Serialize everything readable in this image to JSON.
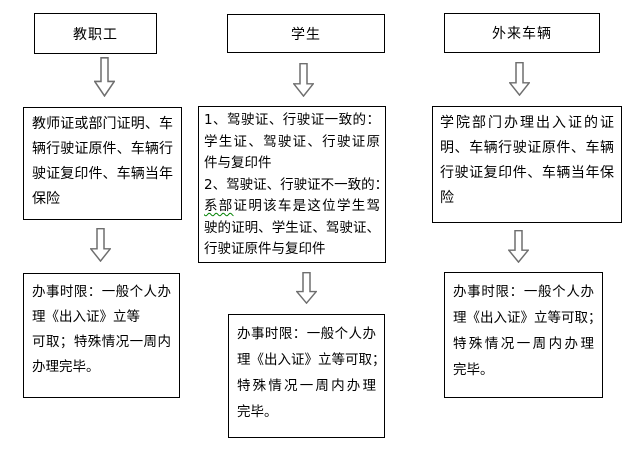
{
  "flowchart": {
    "columns": [
      {
        "id": "staff",
        "header": "教职工",
        "requirements": {
          "lines": [
            "教师证或部门证明、车",
            "辆行驶证原件、车辆行",
            "驶证复印件、车辆当年",
            "保险"
          ]
        },
        "processing_time": {
          "lines": [
            "办事时限：一般个人办",
            "理《出入证》立等",
            "可取；特殊情况一周内",
            "办理完毕。"
          ]
        }
      },
      {
        "id": "student",
        "header": "学生",
        "requirements": {
          "lines": [
            "1、驾驶证、行驶证一致的：",
            "学生证、驾驶证、行驶证原",
            "件与复印件",
            "2、驾驶证、行驶证不一致的：",
            "系部证明该车是这位学生驾",
            "驶的证明、学生证、驾驶证、",
            "行驶证原件与复印件"
          ],
          "spellcheck": {
            "flagged": "系部",
            "rest": "证明该车是这位学生驾",
            "underline_color": "#008000"
          }
        },
        "processing_time": {
          "lines": [
            "办事时限：一般个人办",
            "理《出入证》立等可取；",
            "特殊情况一周内办理",
            "完毕。"
          ]
        }
      },
      {
        "id": "external-vehicle",
        "header": "外来车辆",
        "requirements": {
          "lines": [
            "学院部门办理出入证的证",
            "明、车辆行驶证原件、车辆",
            "行驶证复印件、车辆当年保",
            "险"
          ]
        },
        "processing_time": {
          "lines": [
            "办事时限：一般个人办",
            "理《出入证》立等可取；",
            "特殊情况一周内办理",
            "完毕。"
          ]
        }
      }
    ],
    "colors": {
      "background": "#ffffff",
      "box_border": "#000000",
      "text": "#000000",
      "arrow_outline": "#6e6e6e",
      "arrow_fill": "#ffffff",
      "spellcheck_underline": "#008000"
    }
  }
}
